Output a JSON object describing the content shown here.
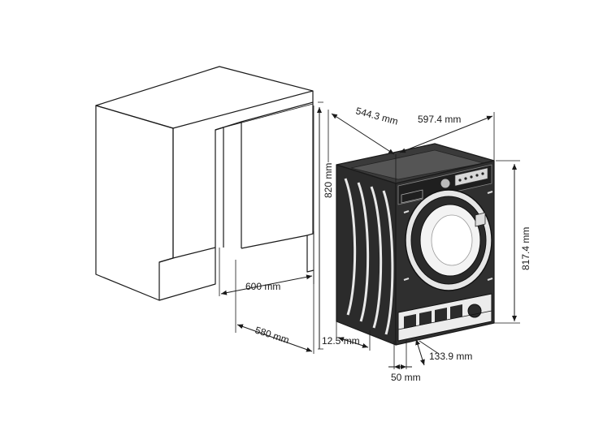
{
  "dimensions": {
    "depth_top": "544.3 mm",
    "width_top": "597.4 mm",
    "cabinet_height": "820 mm",
    "machine_height": "817.4 mm",
    "cabinet_width": "600 mm",
    "cabinet_depth": "580 mm",
    "door_offset": "12.5 mm",
    "base_offset": "50 mm",
    "kick_height": "133.9 mm"
  },
  "colors": {
    "line": "#1a1a1a",
    "machine": "#2b2b2b",
    "background": "#ffffff"
  }
}
